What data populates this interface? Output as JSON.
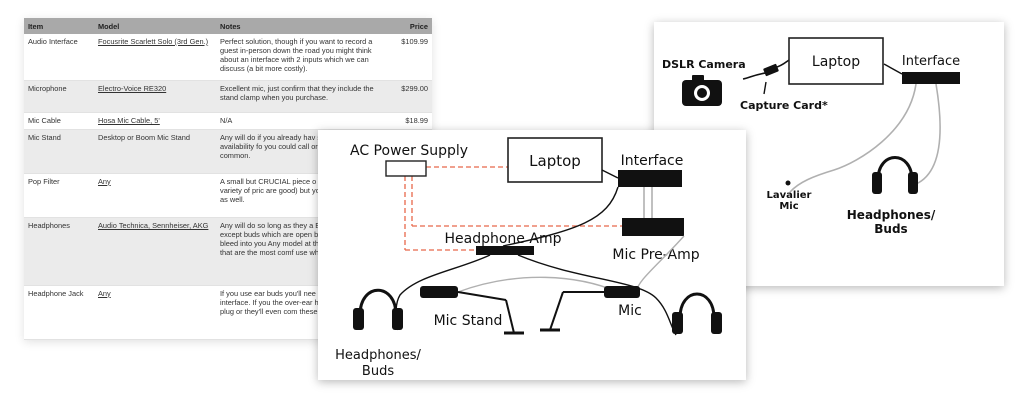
{
  "table": {
    "headers": {
      "item": "Item",
      "model": "Model",
      "notes": "Notes",
      "price": "Price"
    },
    "rows": [
      {
        "item": "Audio Interface",
        "model": "Focusrite Scarlett Solo (3rd Gen.)",
        "notes": "Perfect solution, though if you want to record a guest in-person down the road you might think about an interface with 2 inputs which we can discuss (a bit more costly).",
        "price": "$109.99"
      },
      {
        "item": "Microphone",
        "model": "Electro-Voice RE320",
        "notes": "Excellent mic, just confirm that they include the stand clamp when you purchase.",
        "price": "$299.00"
      },
      {
        "item": "Mic Cable",
        "model": "Hosa Mic Cable, 5'",
        "notes": "N/A",
        "price": "$18.99"
      },
      {
        "item": "Mic Stand",
        "model": "Desktop or Boom Mic Stand",
        "notes": "Any will do if you already hav store has spotty availability fo you could call or try other sto if fairly common.",
        "price": ""
      },
      {
        "item": "Pop Filter",
        "model": "Any",
        "notes": "A small but CRUCIAL piece o The store has a variety of pric are good) but you can also m version as well.",
        "price": ""
      },
      {
        "item": "Headphones",
        "model": "Audio Technica, Sennheiser, AKG",
        "notes": "Any will do so long as they a Ear buds are fine too except buds which are open back – a lot of sound bleed into you Any model at the store are fi ones that are the most comf use what you have",
        "price": ""
      },
      {
        "item": "Headphone Jack",
        "model": "Any",
        "notes": "If you use ear buds you'll nee plug into the interface. If you the over-ear headphones the 1/4\" plug or they'll even com these adaptors.",
        "price": ""
      }
    ]
  },
  "diagram_right": {
    "laptop": "Laptop",
    "interface": "Interface",
    "camera": "DSLR Camera",
    "capture_card": "Capture Card*",
    "lavalier": [
      "Lavalier",
      "Mic"
    ],
    "headphones": [
      "Headphones/",
      "Buds"
    ]
  },
  "diagram_main": {
    "power_supply": "AC Power Supply",
    "laptop": "Laptop",
    "interface": "Interface",
    "headphone_amp": "Headphone Amp",
    "mic_preamp": "Mic Pre-Amp",
    "mic_stand": "Mic Stand",
    "mic": "Mic",
    "headphones": [
      "Headphones/",
      "Buds"
    ]
  },
  "colors": {
    "power_line": "#e8684a",
    "cable": "#111111",
    "thin_cable": "#b0b0b0"
  }
}
